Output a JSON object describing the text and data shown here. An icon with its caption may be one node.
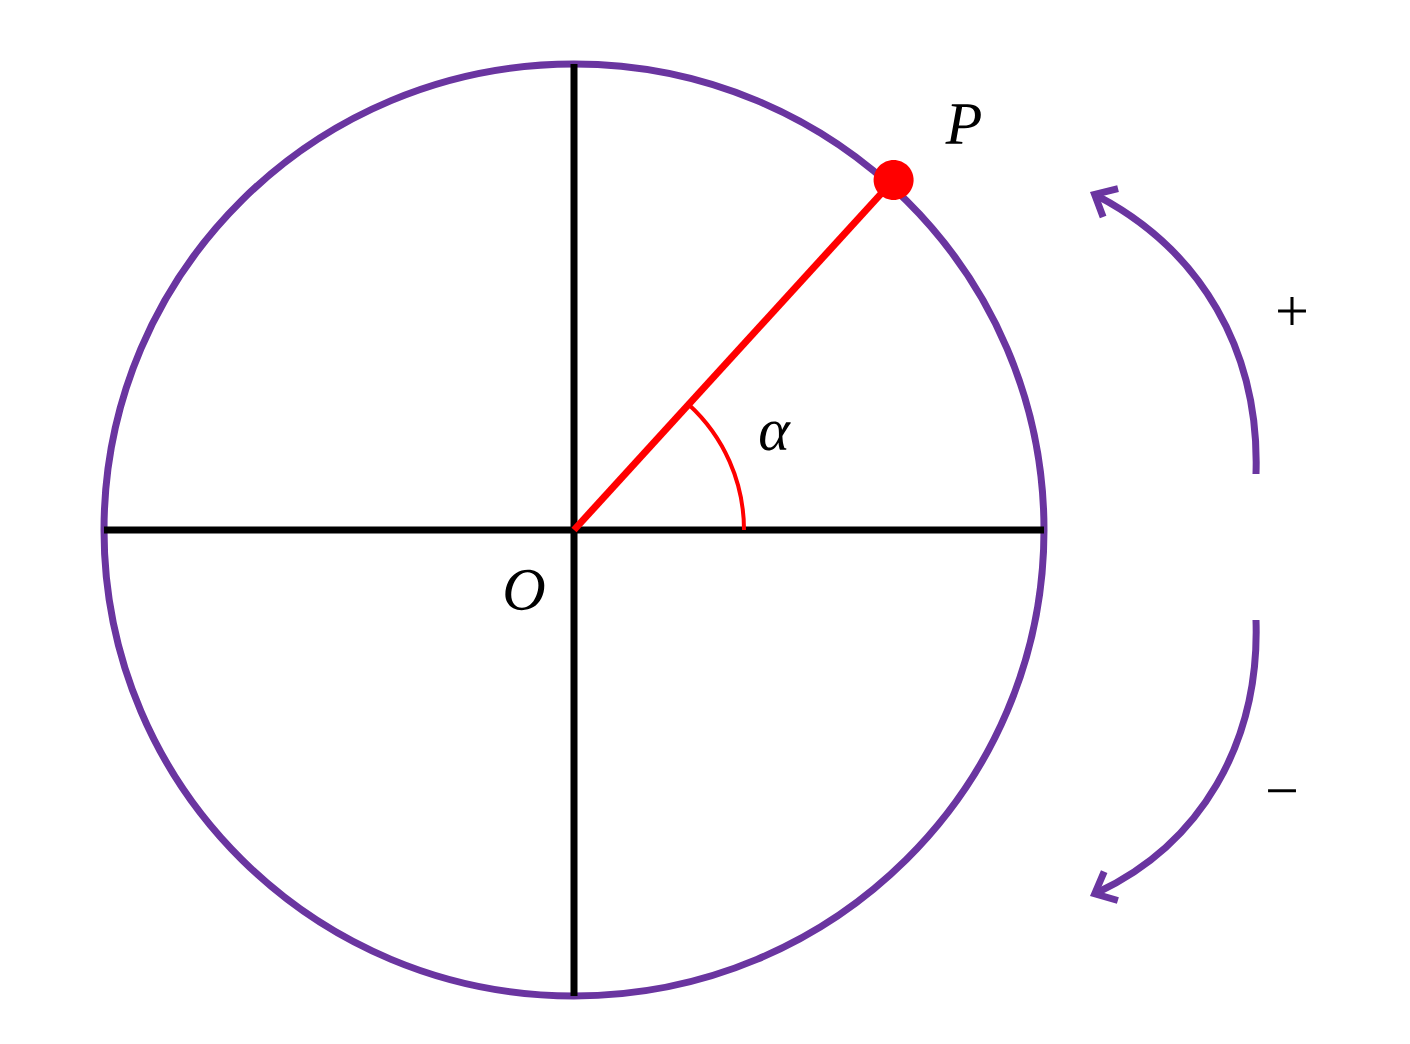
{
  "diagram": {
    "labels": [
      "P",
      "+",
      "α",
      "O",
      "−"
    ]
  }
}
